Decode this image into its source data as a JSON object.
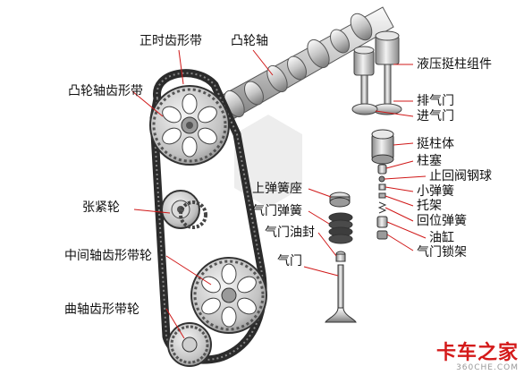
{
  "labels": {
    "timing_belt": "正时齿形带",
    "camshaft": "凸轮轴",
    "camshaft_sprocket": "凸轮轴齿形带",
    "hydraulic_lifter_assembly": "液压挺柱组件",
    "exhaust_valve": "排气门",
    "intake_valve": "进气门",
    "tensioner": "张紧轮",
    "tappet_body": "挺柱体",
    "plunger": "柱塞",
    "check_valve_ball": "止回阀钢球",
    "upper_spring_seat": "上弹簧座",
    "small_spring": "小弹簧",
    "valve_spring": "气门弹簧",
    "bracket": "托架",
    "return_spring": "回位弹簧",
    "valve_oil_seal": "气门油封",
    "oil_cylinder": "油缸",
    "valve_lock_clip": "气门锁架",
    "valve": "气门",
    "intermediate_shaft_sprocket": "中间轴齿形带轮",
    "crankshaft_sprocket": "曲轴齿形带轮"
  },
  "watermark": {
    "brand": "卡车之家",
    "url": "360CHE.COM"
  },
  "colors": {
    "metal_light": "#eeeeee",
    "metal_mid": "#b9b9b9",
    "metal_dark": "#6e6e6e",
    "leader_line": "#d01818",
    "text": "#111111",
    "watermark_red": "#d41a1a"
  }
}
